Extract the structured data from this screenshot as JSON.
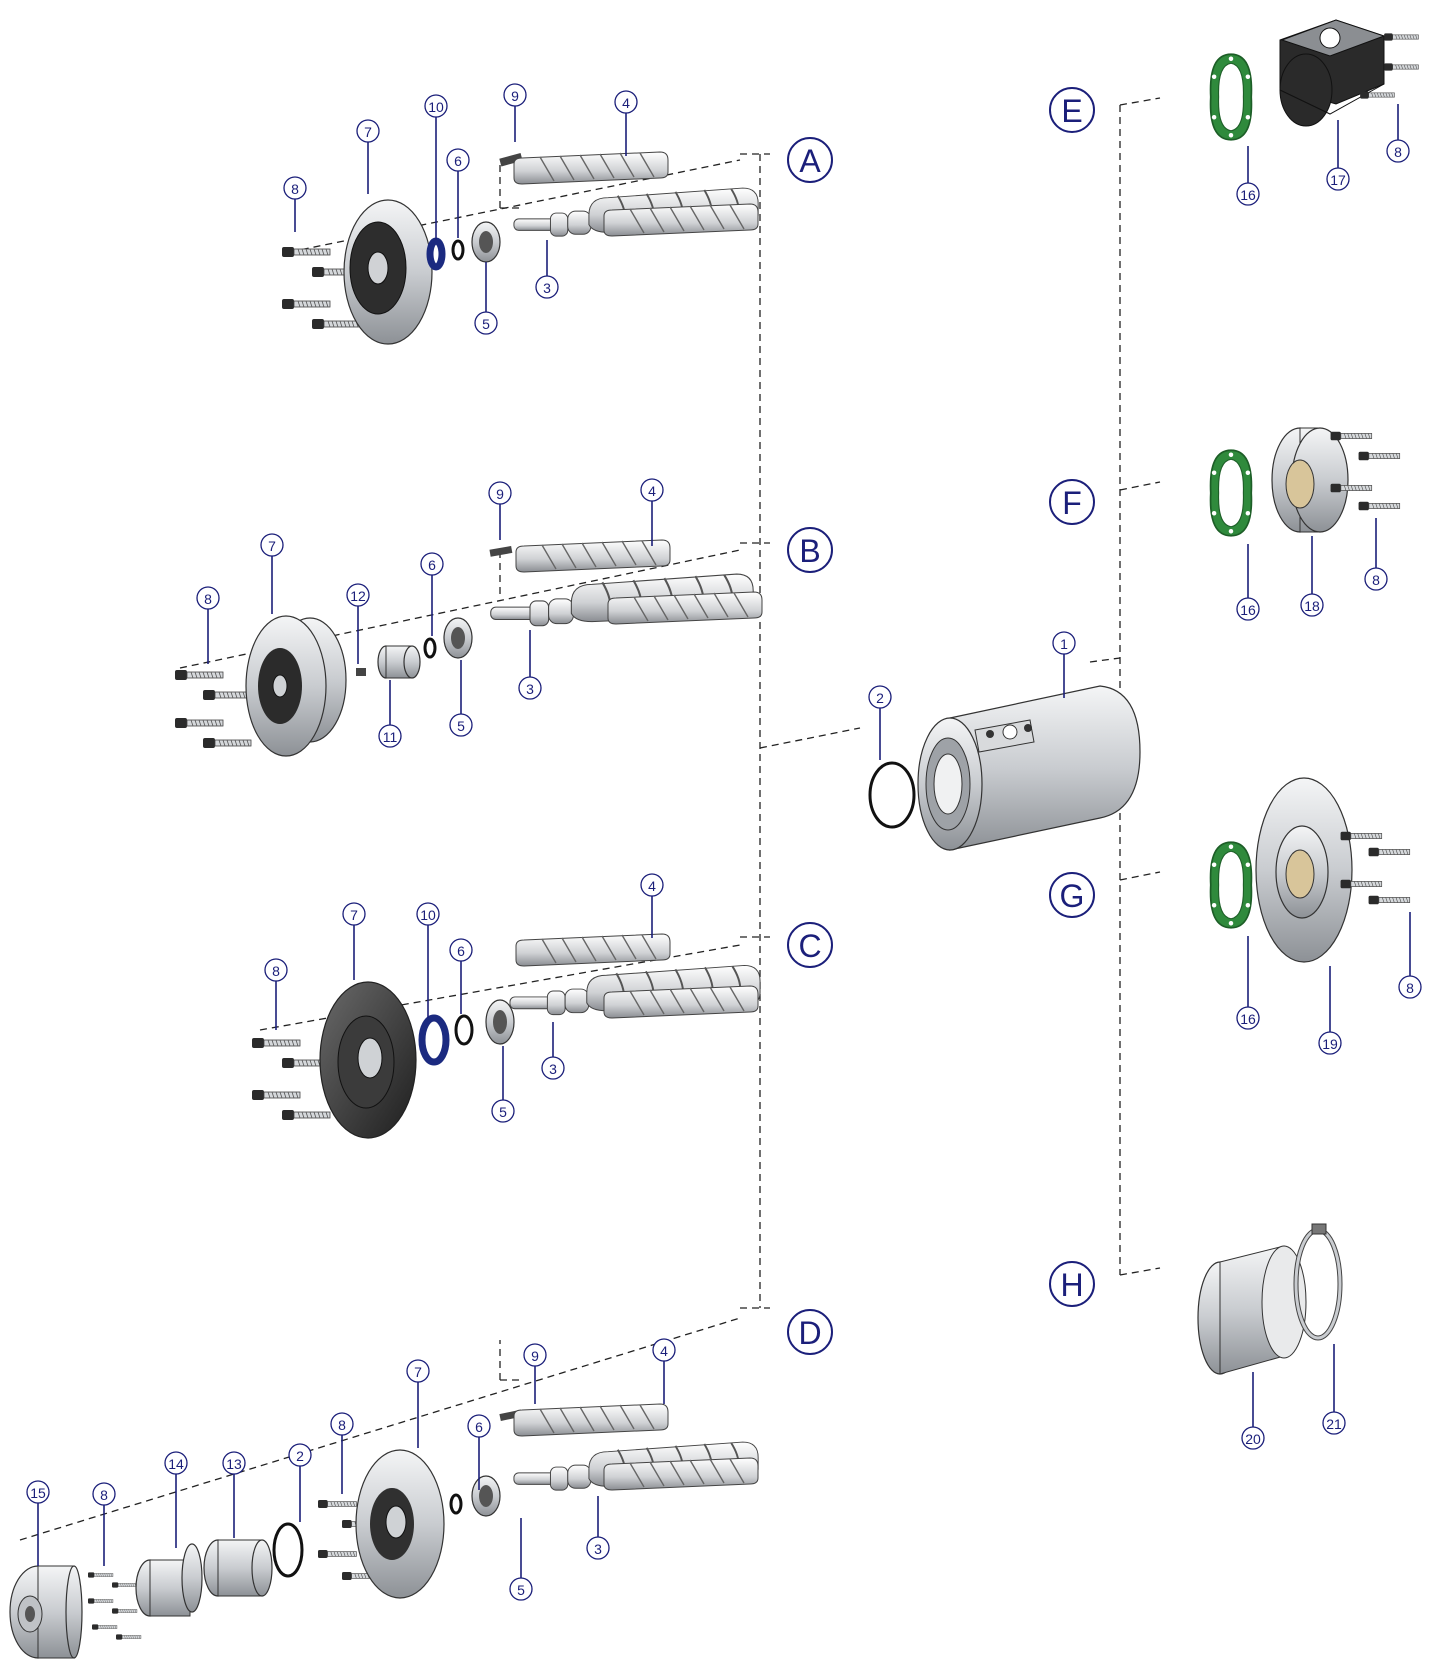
{
  "sections": [
    "A",
    "B",
    "C",
    "D",
    "E",
    "F",
    "G",
    "H"
  ],
  "callouts": {
    "A": [
      "8",
      "7",
      "10",
      "6",
      "5",
      "9",
      "3",
      "4"
    ],
    "B": [
      "8",
      "7",
      "12",
      "11",
      "6",
      "5",
      "9",
      "3",
      "4"
    ],
    "C": [
      "8",
      "7",
      "10",
      "6",
      "5",
      "3",
      "4"
    ],
    "D": [
      "15",
      "8",
      "14",
      "13",
      "2",
      "8",
      "7",
      "6",
      "5",
      "9",
      "3",
      "4"
    ],
    "E": [
      "16",
      "17",
      "8"
    ],
    "F": [
      "16",
      "18",
      "8"
    ],
    "G": [
      "16",
      "19",
      "8"
    ],
    "H": [
      "20",
      "21"
    ],
    "center": [
      "1",
      "2"
    ]
  },
  "colors": {
    "callout": "#1b1f7a",
    "gasket": "#2f8a3c",
    "metal": "#c9ccd0",
    "dark_part": "#3a3a3a"
  }
}
